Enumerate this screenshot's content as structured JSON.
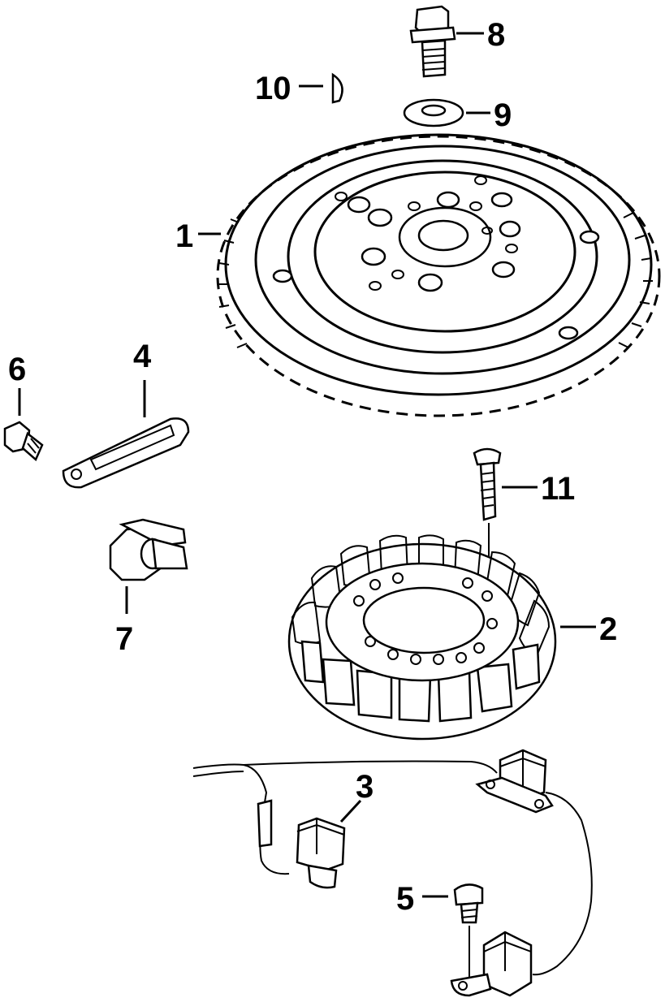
{
  "callouts": [
    "1",
    "2",
    "3",
    "4",
    "5",
    "6",
    "7",
    "8",
    "9",
    "10",
    "11"
  ],
  "ink_color": "#000000",
  "background_color": "#ffffff"
}
